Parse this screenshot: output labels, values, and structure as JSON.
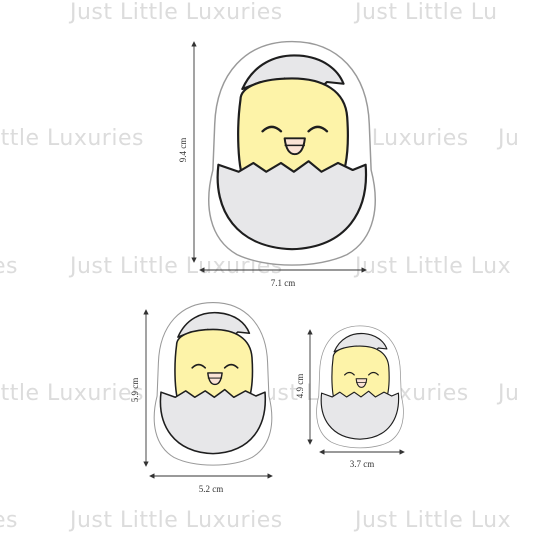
{
  "watermark": {
    "text": "Just Little Luxuries",
    "rows": [
      [
        "Just Little Luxuries",
        "Just Little Lu"
      ],
      [
        "ittle Luxuries",
        "Just Little Luxuries",
        "Ju"
      ],
      [
        "es",
        "Just Little Luxuries",
        "Just Little Lux"
      ],
      [
        "ittle Luxuries",
        "Just Little Luxuries",
        "Ju"
      ],
      [
        "es",
        "Just Little Luxuries",
        "Just Little Lux"
      ]
    ]
  },
  "cutters": [
    {
      "id": "large",
      "height_label": "9.4 cm",
      "width_label": "7.1 cm"
    },
    {
      "id": "medium",
      "height_label": "5.9 cm",
      "width_label": "5.2 cm"
    },
    {
      "id": "small",
      "height_label": "4.9 cm",
      "width_label": "3.7 cm"
    }
  ],
  "colors": {
    "chick": "#fdf3a8",
    "shell": "#e7e7e9",
    "outline": "#1e1e1e",
    "cutter_outline": "#9a9a9a",
    "cheek": "#f7d6c8",
    "beak": "#fbe3d6"
  }
}
